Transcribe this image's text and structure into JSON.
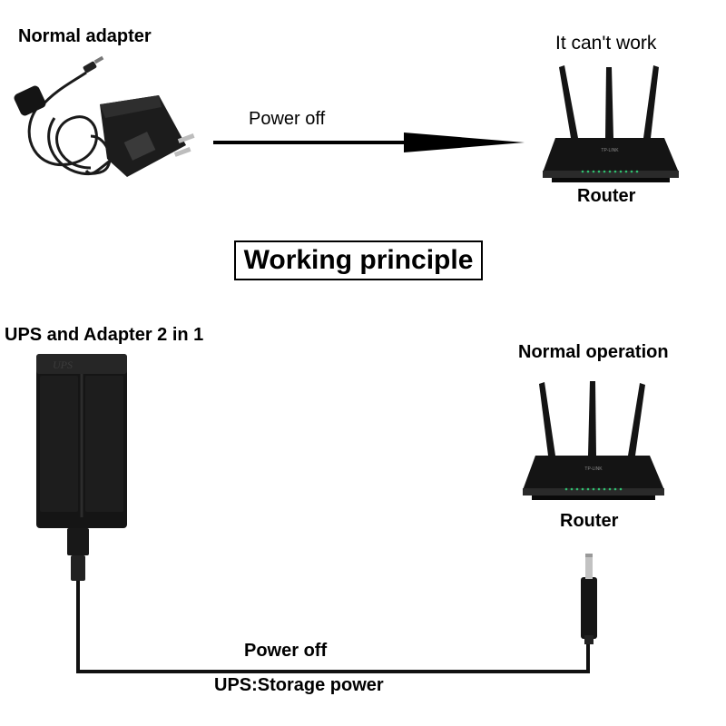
{
  "top": {
    "adapter_label": "Normal adapter",
    "arrow_label": "Power off",
    "status_label": "It can't work",
    "router_label": "Router"
  },
  "title": "Working principle",
  "bottom": {
    "ups_label": "UPS and Adapter 2 in 1",
    "ups_device_text": "UPS",
    "status_label": "Normal operation",
    "router_label": "Router",
    "cable_label_top": "Power off",
    "cable_label_bottom": "UPS:Storage power"
  },
  "router_brand_text": "TP-LINK"
}
